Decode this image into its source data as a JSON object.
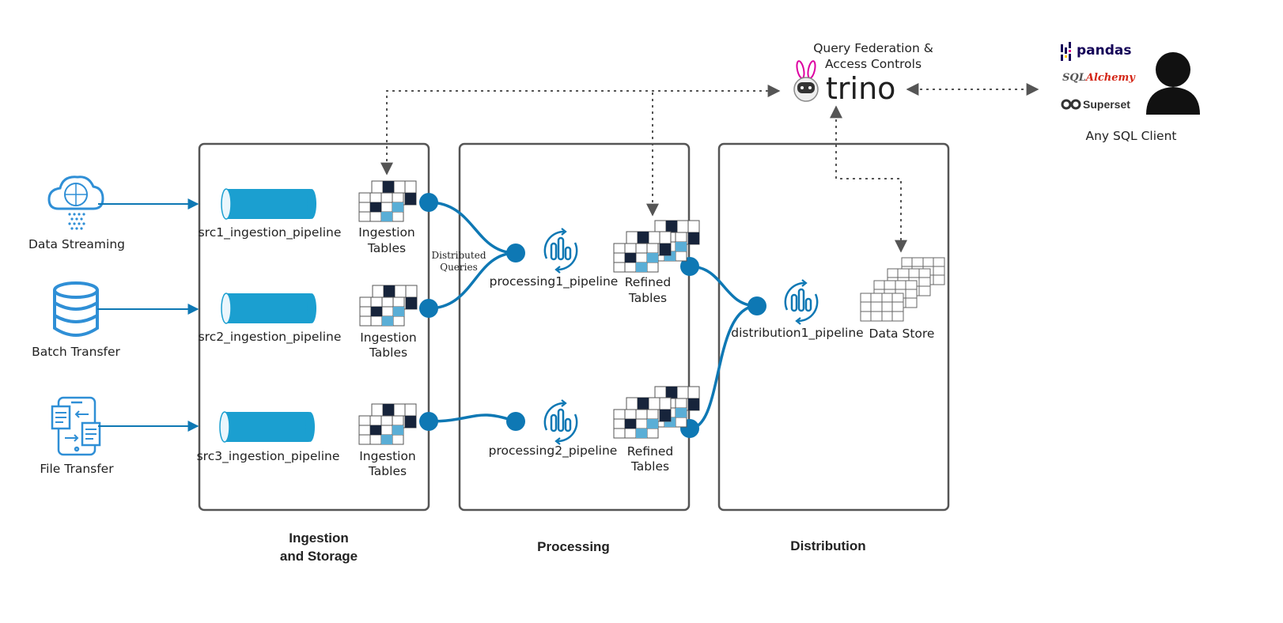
{
  "sources": {
    "streaming": "Data Streaming",
    "batch": "Batch Transfer",
    "file": "File Transfer"
  },
  "ingestion": {
    "title_line1": "Ingestion",
    "title_line2": "and Storage",
    "pipelines": [
      "src1_ingestion_pipeline",
      "src2_ingestion_pipeline",
      "src3_ingestion_pipeline"
    ],
    "tables_line1": "Ingestion",
    "tables_line2": "Tables"
  },
  "processing": {
    "title": "Processing",
    "pipeline1": "processing1_pipeline",
    "pipeline2": "processing2_pipeline",
    "tables_line1": "Refined",
    "tables_line2": "Tables",
    "dist_queries_line1": "Distributed",
    "dist_queries_line2": "Queries"
  },
  "distribution": {
    "title": "Distribution",
    "pipeline": "distribution1_pipeline",
    "store": "Data Store"
  },
  "federation": {
    "caption_line1": "Query Federation &",
    "caption_line2": "Access Controls",
    "logo_word": "trino"
  },
  "clients": {
    "pandas": "pandas",
    "sqlalchemy_prefix": "SQL",
    "sqlalchemy_suffix": "Alchemy",
    "superset": "Superset",
    "caption": "Any SQL Client"
  },
  "colors": {
    "accent_blue": "#0e78b4",
    "pipe_blue": "#1b9fd0",
    "icon_blue": "#2f8fd6",
    "dark_cell": "#17243b",
    "light_cell": "#5aaed6",
    "box_border": "#555555",
    "dotted_arrow": "#555555"
  }
}
